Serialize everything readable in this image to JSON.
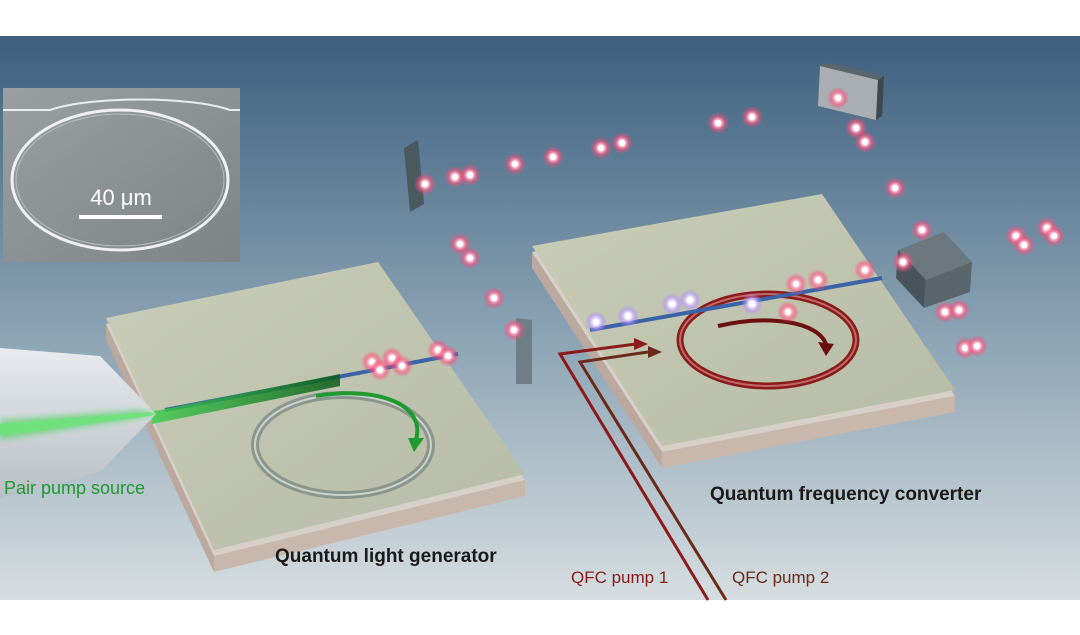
{
  "labels": {
    "scale_bar": "40 μm",
    "pair_pump_source": "Pair pump source",
    "quantum_light_generator": "Quantum light generator",
    "quantum_frequency_converter": "Quantum frequency converter",
    "qfc_pump_1": "QFC pump 1",
    "qfc_pump_2": "QFC pump 2"
  },
  "colors": {
    "pair_pump": "#1f9a2f",
    "qfc_pump_1": "#8b1a1a",
    "qfc_pump_2": "#6a2a1a",
    "photon_glow": "#ff4d7a",
    "waveguide": "#3a62a8",
    "text_dark": "#1a1a1a"
  }
}
